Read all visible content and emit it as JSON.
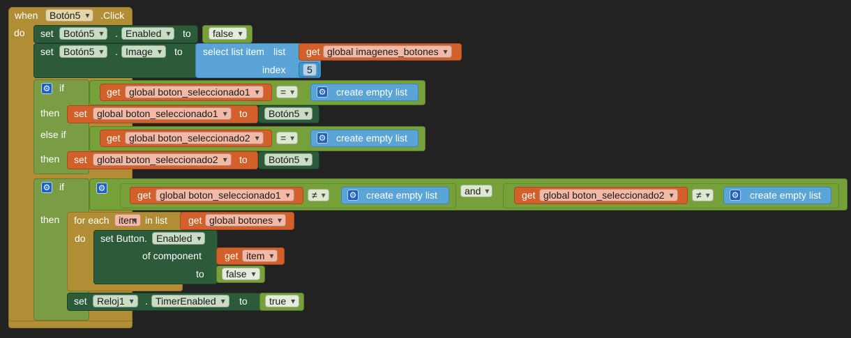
{
  "event": {
    "when": "when",
    "component": "Botón5",
    "event_name": ".Click",
    "do": "do"
  },
  "set1": {
    "set": "set",
    "component": "Botón5",
    "dot": ".",
    "property": "Enabled",
    "to": "to",
    "value": "false"
  },
  "set2": {
    "set": "set",
    "component": "Botón5",
    "dot": ".",
    "property": "Image",
    "to": "to",
    "select_label": "select list item",
    "list_label": "list",
    "get": "get",
    "var": "global imagenes_botones",
    "index_label": "index",
    "index_value": "5"
  },
  "if1": {
    "if": "if",
    "get": "get",
    "var": "global boton_seleccionado1",
    "op": "=",
    "create": "create empty list",
    "then": "then",
    "set": "set",
    "set_var": "global boton_seleccionado1",
    "to": "to",
    "component": "Botón5"
  },
  "elseif1": {
    "elseif": "else if",
    "get": "get",
    "var": "global boton_seleccionado2",
    "op": "=",
    "create": "create empty list",
    "then": "then",
    "set": "set",
    "set_var": "global boton_seleccionado2",
    "to": "to",
    "component": "Botón5"
  },
  "if2": {
    "if": "if",
    "get1": "get",
    "var1": "global boton_seleccionado1",
    "op1": "≠",
    "create1": "create empty list",
    "and": "and",
    "get2": "get",
    "var2": "global boton_seleccionado2",
    "op2": "≠",
    "create2": "create empty list",
    "then": "then"
  },
  "foreach": {
    "for_each": "for each",
    "item": "item",
    "in_list": "in list",
    "get": "get",
    "var": "global botones",
    "do": "do"
  },
  "setany": {
    "set": "set Button.",
    "property": "Enabled",
    "of_component": "of component",
    "get": "get",
    "item": "item",
    "to": "to",
    "value": "false"
  },
  "set3": {
    "set": "set",
    "component": "Reloj1",
    "dot": ".",
    "property": "TimerEnabled",
    "to": "to",
    "value": "true"
  },
  "icons": {
    "mutator": "gear-icon",
    "dropdown": "chevron-down-icon"
  }
}
